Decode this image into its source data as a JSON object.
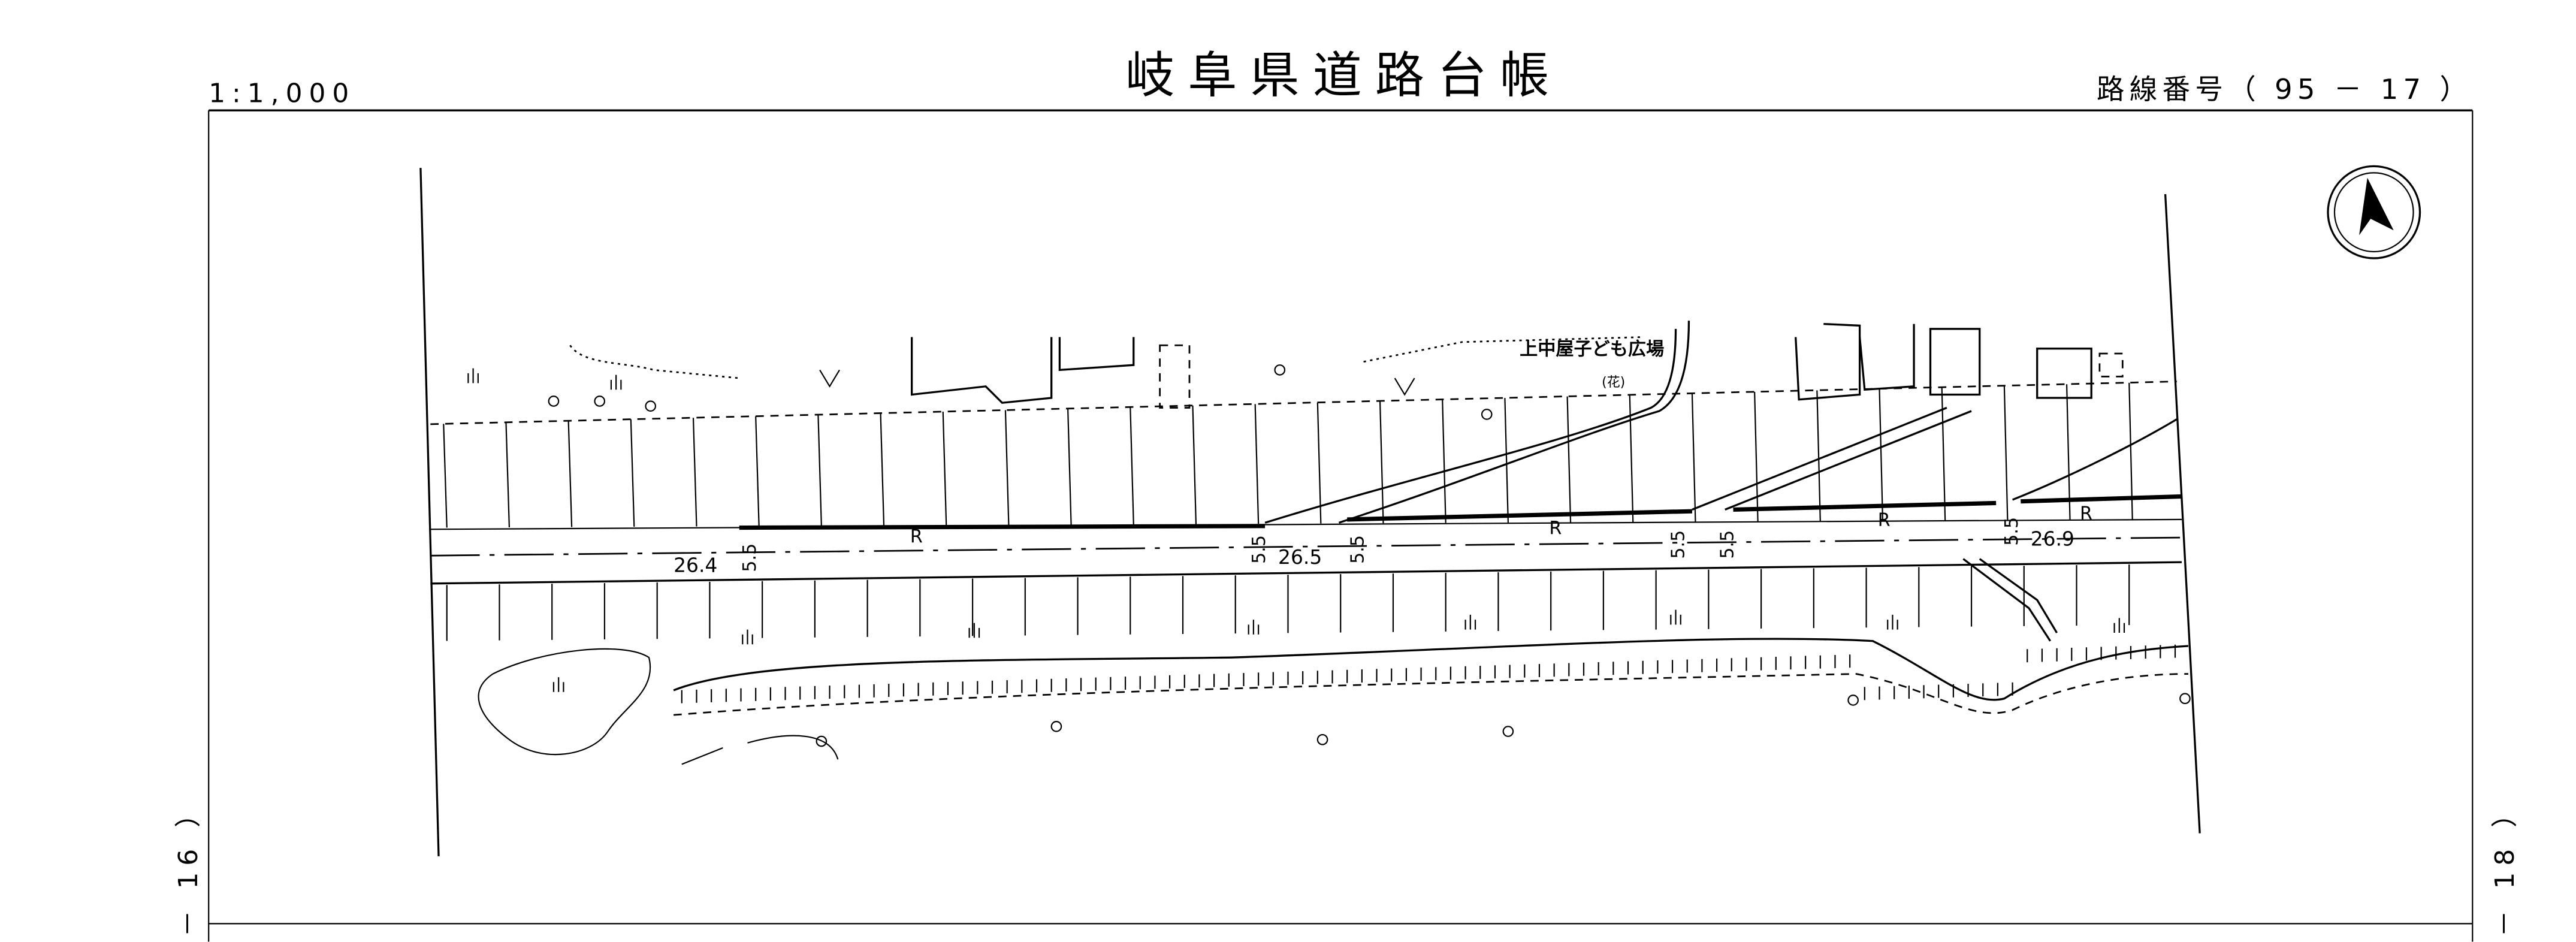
{
  "header": {
    "title": "岐阜県道路台帳",
    "scale": "1:1,000",
    "route_label": "路線番号（ 95 － 17 ）"
  },
  "adjacent_sheets": {
    "left": "－ 16 ）",
    "right": "－ 18 ）"
  },
  "map": {
    "place_name": "上中屋子ども広場",
    "flower_symbol": "(花)",
    "elevations": [
      "26.4",
      "26.5",
      "26.9"
    ],
    "widths": [
      "5.5",
      "5.5",
      "5.5",
      "5.5",
      "5.5",
      "5.5"
    ],
    "road_marks": [
      "R",
      "R",
      "R",
      "R"
    ],
    "north_arrow": "north-arrow-icon"
  }
}
